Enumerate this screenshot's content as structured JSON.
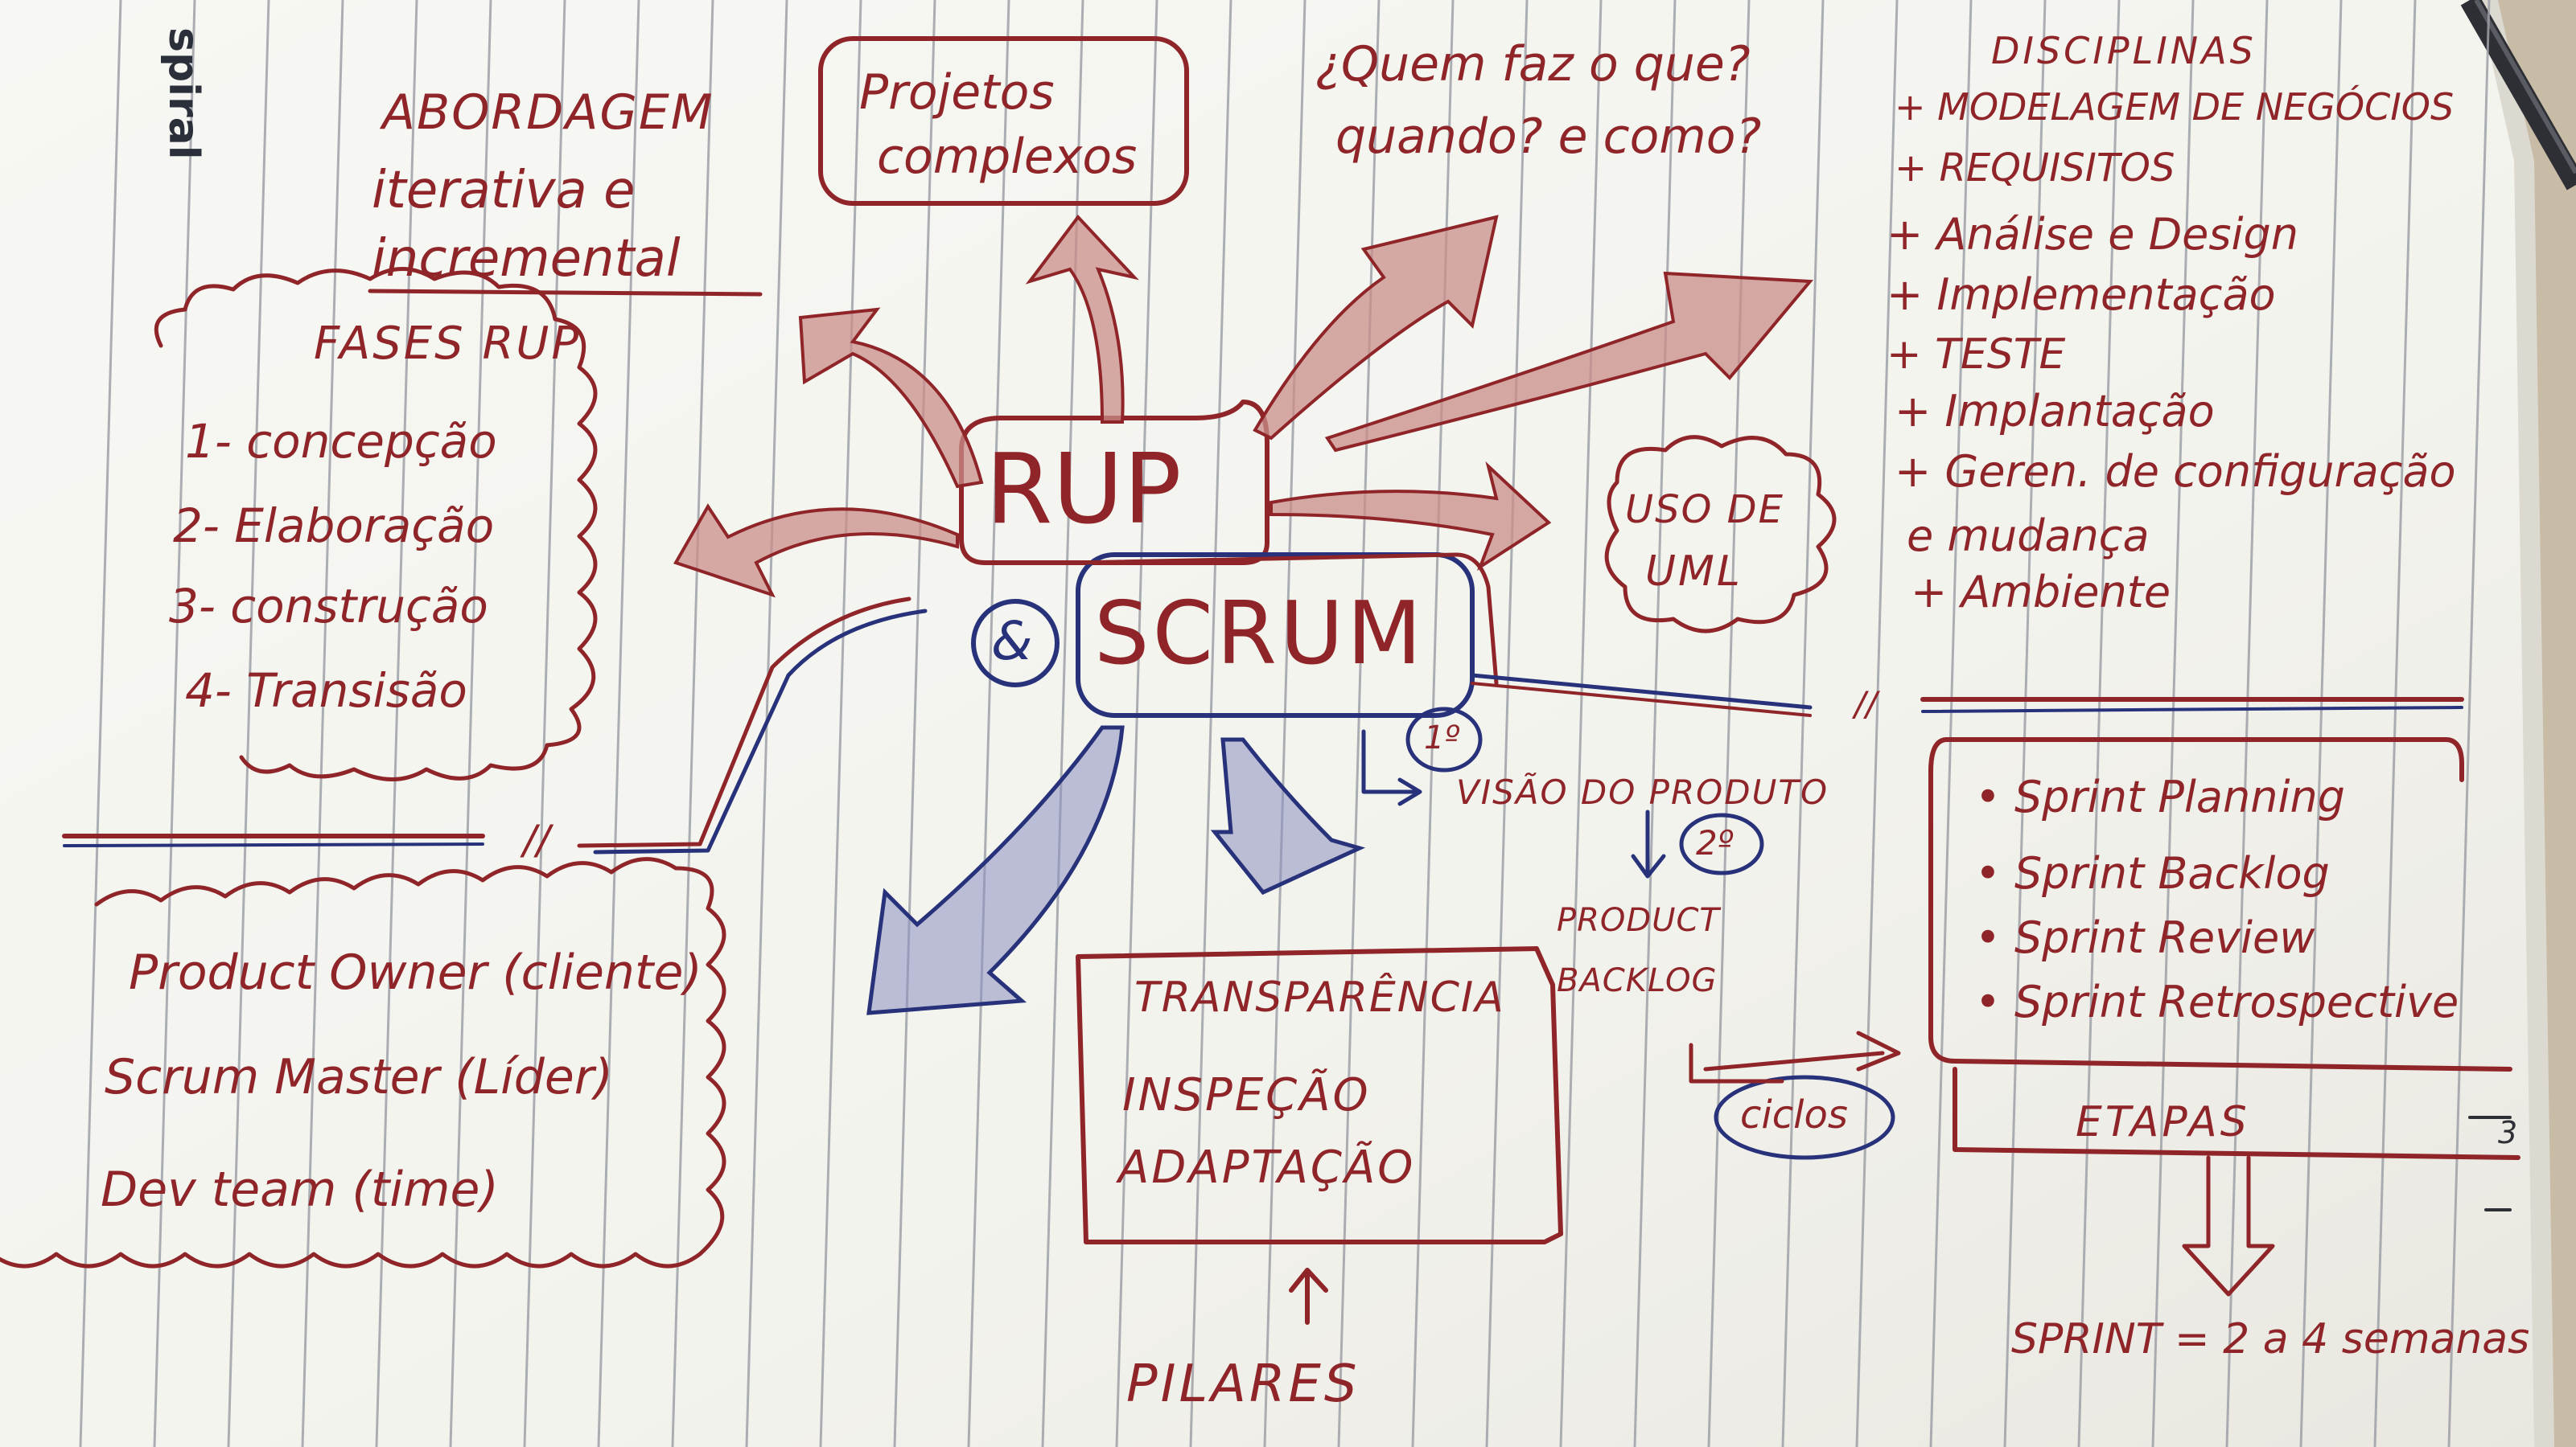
{
  "photo": {
    "brand": "spiral",
    "notes": {
      "abordagem": [
        "ABORDAGEM",
        "iterativa e",
        "incremental"
      ],
      "projetos": [
        "Projetos",
        "complexos"
      ],
      "quem": [
        "¿Quem faz o que?",
        "quando? e como?"
      ],
      "fases_title": "FASES RUP",
      "fases": [
        "1- concepção",
        "2- Elaboração",
        "3- construção",
        "4- Transisão"
      ],
      "center_rup": "RUP",
      "center_and": "&",
      "center_scrum": "SCRUM",
      "uso_uml": [
        "USO DE",
        "UML"
      ],
      "disciplinas_title": "DISCIPLINAS",
      "disciplinas": [
        "+ MODELAGEM DE NEGÓCIOS",
        "+ REQUISITOS",
        "+ Análise e Design",
        "+ Implementação",
        "+ TESTE",
        "+ Implantação",
        "+ Geren. de configuração",
        "e mudança",
        "+ Ambiente"
      ],
      "roles": [
        "Product Owner (cliente)",
        "Scrum Master (Líder)",
        "Dev team (time)"
      ],
      "num1": "1º",
      "visao": "VISÃO DO PRODUTO",
      "num2": "2º",
      "backlog": [
        "PRODUCT",
        "BACKLOG"
      ],
      "pilares_items": [
        "TRANSPARÊNCIA",
        "INSPEÇÃO",
        "ADAPTAÇÃO"
      ],
      "pilares": "PILARES",
      "ciclos": "ciclos",
      "sprint_items": [
        "• Sprint Planning",
        "• Sprint Backlog",
        "• Sprint Review",
        "• Sprint Retrospective"
      ],
      "etapas": "ETAPAS",
      "sprint_eq": "SPRINT = 2 a 4 semanas",
      "mark1": "//",
      "mark2": "//",
      "mark3": "3"
    }
  },
  "colors": {
    "table": "#c1b39c",
    "paper": "#f6f6f2",
    "paper_shadow": "#d8d5cd",
    "rule_line": "#9a9ca3",
    "red_ink": "#8f2528",
    "blue_ink": "#27327a"
  }
}
